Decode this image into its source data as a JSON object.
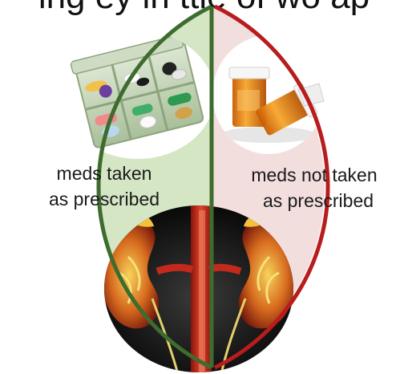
{
  "header_partial_text": "ing   ey  in   ttle of  wo   ap",
  "left_half": {
    "label_line1": "meds taken",
    "label_line2": "as prescribed",
    "fill": "#d5e6c5",
    "border": "#3e6b2e"
  },
  "right_half": {
    "label_line1": "meds not taken",
    "label_line2": "as prescribed",
    "fill": "#f3dede",
    "border": "#b81c1c"
  },
  "images": [
    {
      "name": "pill-organizer",
      "depicts": "weekly pill organizer box with tablets"
    },
    {
      "name": "pill-bottles",
      "depicts": "two orange prescription pill bottles"
    },
    {
      "name": "kidneys",
      "depicts": "kidneys with aorta and vena cava"
    }
  ]
}
